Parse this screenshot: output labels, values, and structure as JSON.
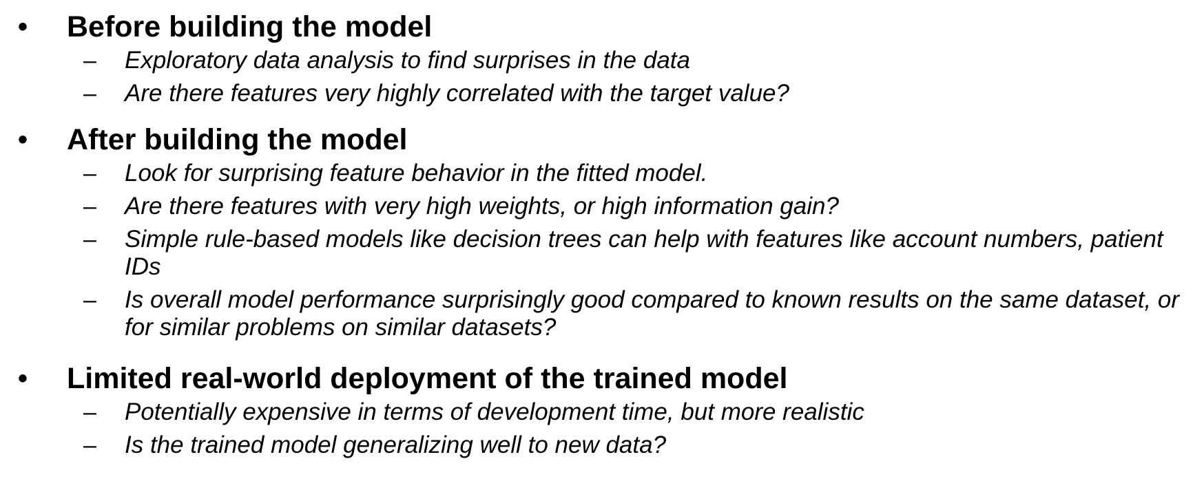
{
  "slide": {
    "sections": [
      {
        "heading": "Before building the model",
        "bullet": "•",
        "items": [
          "Exploratory data analysis to find surprises in the data",
          "Are there features very highly correlated with the target value?"
        ]
      },
      {
        "heading": "After building the model",
        "bullet": "•",
        "items": [
          "Look for surprising feature behavior in the fitted model.",
          "Are there features with very high weights, or high information gain?",
          "Simple rule-based models like decision trees can help with features like account numbers, patient IDs",
          "Is overall model performance surprisingly good compared to known results on the same dataset, or for similar problems on similar datasets?"
        ]
      },
      {
        "heading": "Limited real-world deployment of the trained model",
        "bullet": "•",
        "items": [
          "Potentially expensive in terms of development time, but more realistic",
          "Is the trained model generalizing well to new data?"
        ]
      }
    ],
    "dash": "–"
  }
}
